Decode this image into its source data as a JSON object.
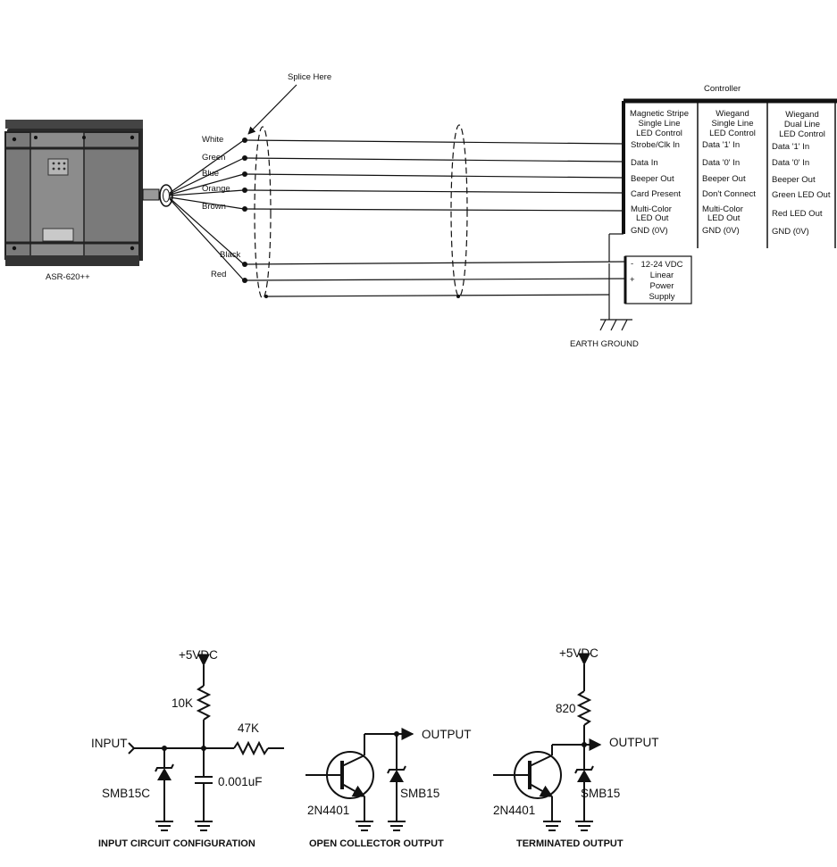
{
  "wiring": {
    "reader_label": "ASR-620++",
    "splice_label": "Splice Here",
    "controller_title": "Controller",
    "wires": [
      "White",
      "Green",
      "Blue",
      "Orange",
      "Brown",
      "Black",
      "Red"
    ],
    "columns": [
      {
        "header": [
          "Magnetic Stripe",
          "Single Line",
          "LED Control"
        ],
        "rows": [
          "Strobe/Clk In",
          "Data In",
          "Beeper Out",
          "Card Present",
          "Multi-Color",
          "LED Out",
          "GND (0V)"
        ]
      },
      {
        "header": [
          "Wiegand",
          "Single Line",
          "LED Control"
        ],
        "rows": [
          "Data '1' In",
          "Data '0' In",
          "Beeper Out",
          "Don't Connect",
          "Multi-Color",
          "LED Out",
          "GND (0V)"
        ]
      },
      {
        "header": [
          "Wiegand",
          "Dual Line",
          "LED Control"
        ],
        "rows": [
          "Data '1' In",
          "Data '0' In",
          "Beeper Out",
          "Green LED Out",
          "Red LED Out",
          "GND (0V)"
        ]
      }
    ],
    "power_supply": {
      "minus": "-",
      "plus": "+",
      "lines": [
        "12-24 VDC",
        "Linear",
        "Power",
        "Supply"
      ]
    },
    "earth_ground": "EARTH  GROUND"
  },
  "circuits": {
    "input": {
      "vcc": "+5VDC",
      "r_pullup": "10K",
      "r_series": "47K",
      "input_label": "INPUT",
      "capacitor": "0.001uF",
      "diode": "SMB15C",
      "caption": "INPUT CIRCUIT CONFIGURATION"
    },
    "open_collector": {
      "output_label": "OUTPUT",
      "transistor": "2N4401",
      "diode": "SMB15",
      "caption": "OPEN COLLECTOR  OUTPUT"
    },
    "terminated": {
      "vcc": "+5VDC",
      "resistor": "820",
      "output_label": "OUTPUT",
      "transistor": "2N4401",
      "diode": "SMB15",
      "caption": "TERMINATED OUTPUT"
    }
  }
}
